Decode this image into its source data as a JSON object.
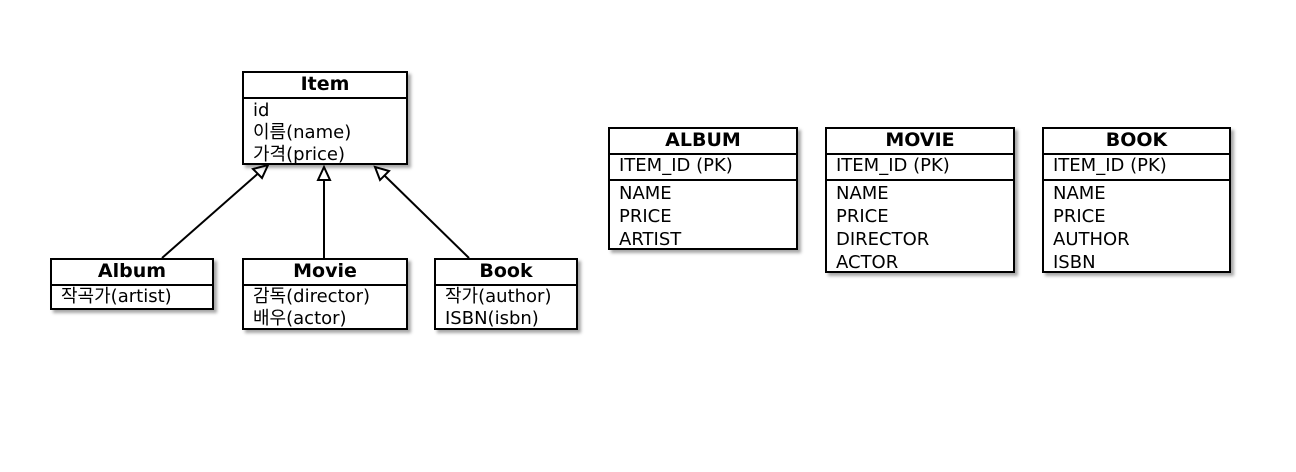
{
  "class_diagram": {
    "parent": {
      "name": "Item",
      "attributes": [
        "id",
        "이름(name)",
        "가격(price)"
      ]
    },
    "children": [
      {
        "name": "Album",
        "attributes": [
          "작곡가(artist)"
        ]
      },
      {
        "name": "Movie",
        "attributes": [
          "감독(director)",
          "배우(actor)"
        ]
      },
      {
        "name": "Book",
        "attributes": [
          "작가(author)",
          "ISBN(isbn)"
        ]
      }
    ]
  },
  "tables": [
    {
      "name": "ALBUM",
      "pk": "ITEM_ID (PK)",
      "columns": [
        "NAME",
        "PRICE",
        "ARTIST"
      ]
    },
    {
      "name": "MOVIE",
      "pk": "ITEM_ID (PK)",
      "columns": [
        "NAME",
        "PRICE",
        "DIRECTOR",
        "ACTOR"
      ]
    },
    {
      "name": "BOOK",
      "pk": "ITEM_ID (PK)",
      "columns": [
        "NAME",
        "PRICE",
        "AUTHOR",
        "ISBN"
      ]
    }
  ]
}
